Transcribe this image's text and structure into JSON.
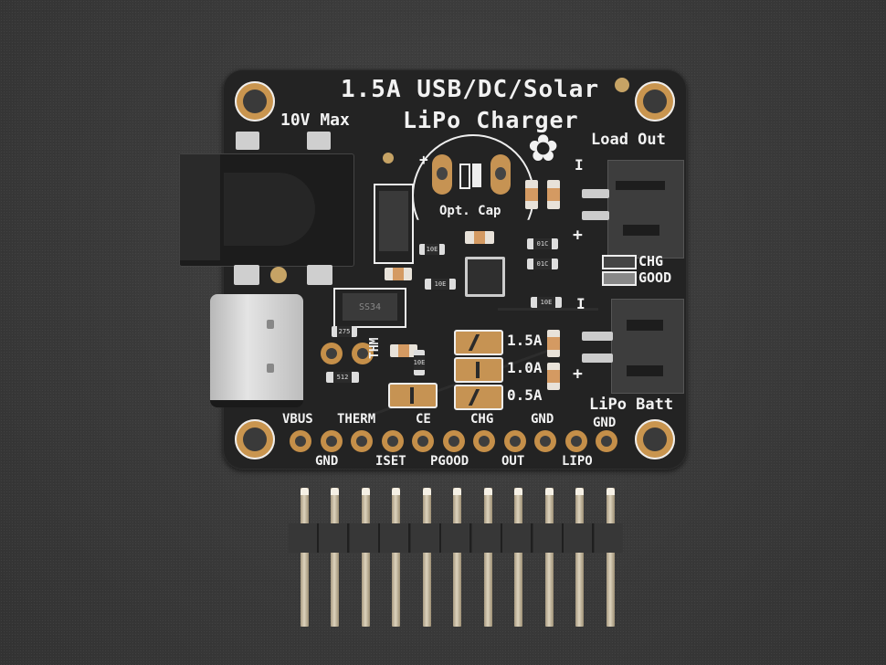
{
  "photo": {
    "subject": "Adafruit 1.5A USB/DC/Solar LiPo Charger breakout board with pin header",
    "background_color": "#3b3b3b",
    "pcb_color": "#232323",
    "pad_color": "#c58f49",
    "silkscreen_color": "#f2f2f2"
  },
  "board": {
    "title_line1": "1.5A USB/DC/Solar",
    "title_line2": "LiPo Charger",
    "max_voltage": "10V Max",
    "opt_cap_label": "Opt. Cap",
    "opt_cap_plus": "+",
    "load_out_label": "Load Out",
    "lipo_batt_label": "LiPo Batt",
    "plus_sign": "+",
    "minus_sign": "I",
    "thm_label": "THM",
    "led_labels": [
      "CHG",
      "GOOD"
    ],
    "current_select": [
      "1.5A",
      "1.0A",
      "0.5A"
    ],
    "diode_marking": "SS34",
    "resistor_markings": [
      "512",
      "275",
      "10E",
      "01C",
      "10E",
      "10E",
      "10E",
      "01C",
      "10E",
      "10E"
    ],
    "pins_top_labels": [
      "VBUS",
      "THERM",
      "CE",
      "CHG",
      "GND",
      "GND"
    ],
    "pins_bottom_labels": [
      "GND",
      "ISET",
      "PGOOD",
      "OUT",
      "LIPO"
    ],
    "lipo_gnd_label": "GND"
  },
  "header": {
    "pin_count": 11
  }
}
